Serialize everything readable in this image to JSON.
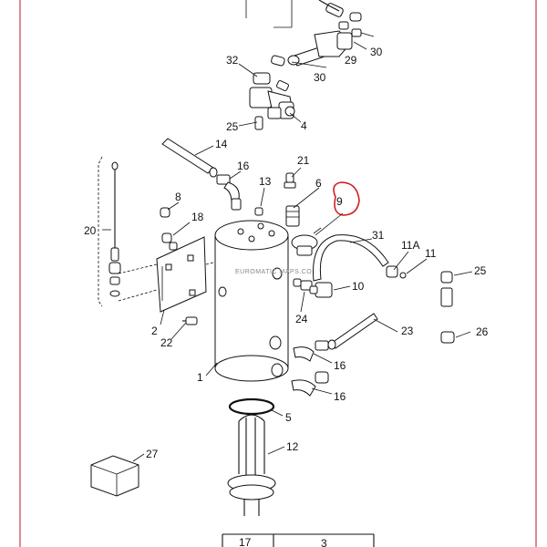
{
  "watermark": "EUROMATIC MAPS.CO",
  "labels": {
    "l1": "1",
    "l2": "2",
    "l3": "3",
    "l4": "4",
    "l5": "5",
    "l6": "6",
    "l8": "8",
    "l9": "9",
    "l10": "10",
    "l11": "11",
    "l11a": "11A",
    "l12": "12",
    "l13": "13",
    "l14": "14",
    "l16a": "16",
    "l16b": "16",
    "l16c": "16",
    "l17": "17",
    "l18": "18",
    "l20": "20",
    "l21": "21",
    "l22": "22",
    "l23": "23",
    "l24": "24",
    "l25a": "25",
    "l25b": "25",
    "l26": "26",
    "l27": "27",
    "l29": "29",
    "l30a": "30",
    "l30b": "30",
    "l31": "31",
    "l32": "32"
  },
  "colors": {
    "line": "#111111",
    "frame": "#c04040",
    "highlight": "#d02020"
  }
}
